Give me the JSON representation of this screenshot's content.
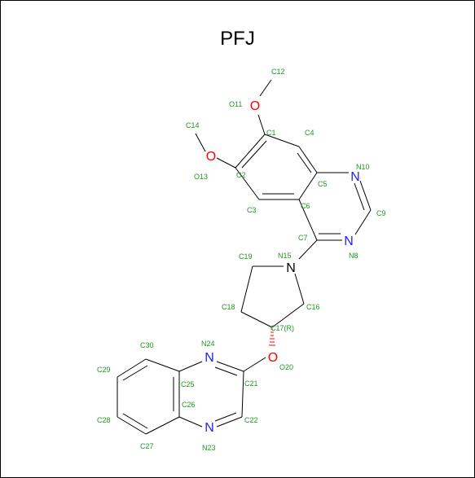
{
  "title": "PFJ",
  "colors": {
    "carbon_label": "#1c9a1c",
    "oxygen": "#ff0000",
    "nitrogen": "#1f1fff",
    "bond": "#000000"
  },
  "heteroatoms": [
    {
      "id": "O11",
      "symbol": "O"
    },
    {
      "id": "O13",
      "symbol": "O"
    },
    {
      "id": "N10",
      "symbol": "N"
    },
    {
      "id": "N8",
      "symbol": "N"
    },
    {
      "id": "N15",
      "symbol": "N"
    },
    {
      "id": "O20",
      "symbol": "O"
    },
    {
      "id": "N24",
      "symbol": "N"
    },
    {
      "id": "N23",
      "symbol": "N"
    }
  ],
  "atom_labels": [
    "C12",
    "O11",
    "C1",
    "C4",
    "C14",
    "C2",
    "O13",
    "N10",
    "C5",
    "C6",
    "C3",
    "C9",
    "C7",
    "N8",
    "C19",
    "N15",
    "C18",
    "C16",
    "C17(R)",
    "C30",
    "N24",
    "O20",
    "C29",
    "C25",
    "C21",
    "C26",
    "C28",
    "C22",
    "C27",
    "N23"
  ]
}
